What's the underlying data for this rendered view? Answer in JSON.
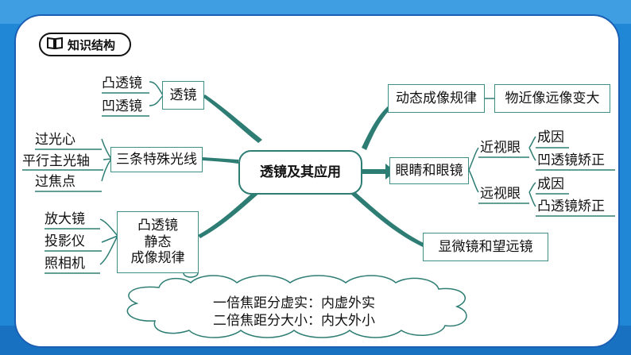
{
  "header": {
    "title": "知识结构",
    "icon": "book-icon"
  },
  "center": {
    "label": "透镜及其应用"
  },
  "left": {
    "lens": {
      "label": "透镜",
      "children": [
        "凸透镜",
        "凹透镜"
      ]
    },
    "rays": {
      "label": "三条特殊光线",
      "children": [
        "过光心",
        "平行主光轴",
        "过焦点"
      ]
    },
    "static": {
      "lines": [
        "凸透镜",
        "静态",
        "成像规律"
      ],
      "children": [
        "放大镜",
        "投影仪",
        "照相机"
      ]
    }
  },
  "right": {
    "dynamic": {
      "label": "动态成像规律",
      "child": "物近像远像变大"
    },
    "eye": {
      "label": "眼睛和眼镜",
      "near": {
        "label": "近视眼",
        "children": [
          "成因",
          "凹透镜矫正"
        ]
      },
      "far": {
        "label": "远视眼",
        "children": [
          "成因",
          "凸透镜矫正"
        ]
      }
    },
    "microscope": {
      "label": "显微镜和望远镜"
    }
  },
  "cloud": {
    "lines": [
      "一倍焦距分虚实：内虚外实",
      "二倍焦距分大小：内大外小"
    ]
  },
  "colors": {
    "branch": "#2e7d74",
    "frame": "#1a5fb4",
    "background": "#1f87d6"
  }
}
